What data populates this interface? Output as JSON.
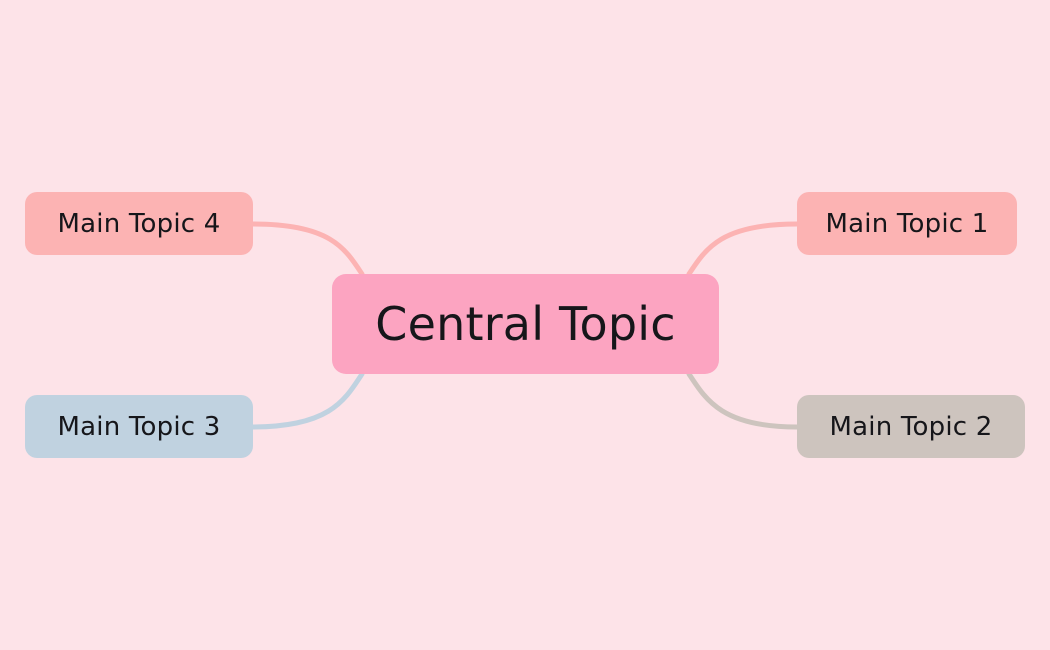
{
  "diagram": {
    "type": "mind-map",
    "background_color": "#fde3e8",
    "central": {
      "label": "Central Topic",
      "color": "#fca4c1",
      "text_color": "#16161a"
    },
    "branches": [
      {
        "id": "topic1",
        "label": "Main Topic 1",
        "color": "#fcb3b3",
        "edge_color": "#fcb3b3",
        "side": "right-top"
      },
      {
        "id": "topic2",
        "label": "Main Topic 2",
        "color": "#cdc4be",
        "edge_color": "#cdc4be",
        "side": "right-bottom"
      },
      {
        "id": "topic3",
        "label": "Main Topic 3",
        "color": "#c0d2e0",
        "edge_color": "#c0d2e0",
        "side": "left-bottom"
      },
      {
        "id": "topic4",
        "label": "Main Topic 4",
        "color": "#fcb3b3",
        "edge_color": "#fcb3b3",
        "side": "left-top"
      }
    ]
  }
}
